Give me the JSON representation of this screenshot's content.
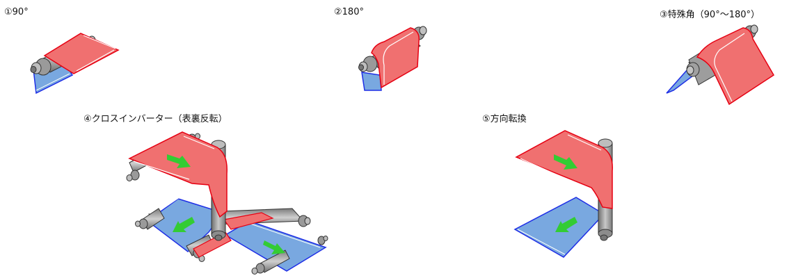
{
  "labels": {
    "l1": "①90°",
    "l2": "②180°",
    "l3": "③特殊角（90°～180°）",
    "l4": "④クロスインバーター（表裏反転）",
    "l5": "⑤方向転換"
  },
  "colors": {
    "red_sheet": "#f07070",
    "red_edge": "#e60012",
    "blue_sheet": "#79a8e0",
    "blue_edge": "#1e2ee6",
    "roller": "#a0a0a0",
    "arrow": "#33cc33"
  }
}
